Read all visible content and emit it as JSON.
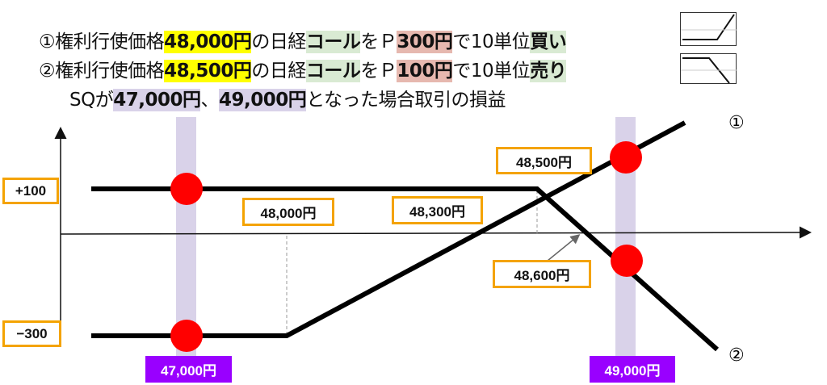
{
  "header": {
    "line1": [
      {
        "t": "①権利行使価格",
        "h": ""
      },
      {
        "t": "48,000円",
        "h": "yellow"
      },
      {
        "t": "の日経",
        "h": ""
      },
      {
        "t": "コール",
        "h": "green"
      },
      {
        "t": "をＰ",
        "h": ""
      },
      {
        "t": "300円",
        "h": "red"
      },
      {
        "t": "で10単位",
        "h": ""
      },
      {
        "t": "買い",
        "h": "green"
      }
    ],
    "line2": [
      {
        "t": "②権利行使価格",
        "h": ""
      },
      {
        "t": "48,500円",
        "h": "yellow"
      },
      {
        "t": "の日経",
        "h": ""
      },
      {
        "t": "コール",
        "h": "green"
      },
      {
        "t": "をＰ",
        "h": ""
      },
      {
        "t": "100円",
        "h": "red"
      },
      {
        "t": "で10単位",
        "h": ""
      },
      {
        "t": "売り",
        "h": "green"
      }
    ],
    "line3": [
      {
        "t": "SQが",
        "h": ""
      },
      {
        "t": "47,000円",
        "h": "purple"
      },
      {
        "t": "、",
        "h": ""
      },
      {
        "t": "49,000円",
        "h": "purple"
      },
      {
        "t": "となった場合取引の損益",
        "h": ""
      }
    ]
  },
  "labels": {
    "plus100": "+100",
    "minus300": "−300",
    "k48000": "48,000円",
    "k48300": "48,300円",
    "k48500": "48,500円",
    "k48600": "48,600円",
    "sq47000": "47,000円",
    "sq49000": "49,000円",
    "marker1": "①",
    "marker2": "②"
  },
  "colors": {
    "accent": "#f4a300",
    "purple": "#9900ff",
    "band": "#d9d2e9",
    "dot": "#ff0000"
  }
}
